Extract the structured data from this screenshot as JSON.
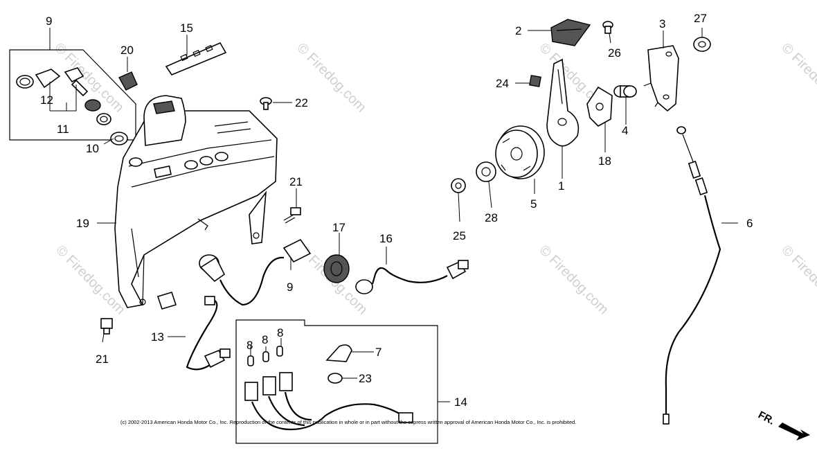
{
  "watermark": "© Firedog.com",
  "copyright": "(c) 2002-2013 American Honda Motor Co., Inc. Reproduction of the contents of this publication in whole or in part without the express written approval of American Honda Motor Co., Inc. is prohibited.",
  "direction_marker": "FR.",
  "callouts": [
    "1",
    "2",
    "3",
    "4",
    "5",
    "6",
    "7",
    "8",
    "9",
    "10",
    "11",
    "12",
    "13",
    "14",
    "15",
    "16",
    "17",
    "18",
    "19",
    "20",
    "21",
    "22",
    "23",
    "24",
    "25",
    "26",
    "27",
    "28"
  ]
}
